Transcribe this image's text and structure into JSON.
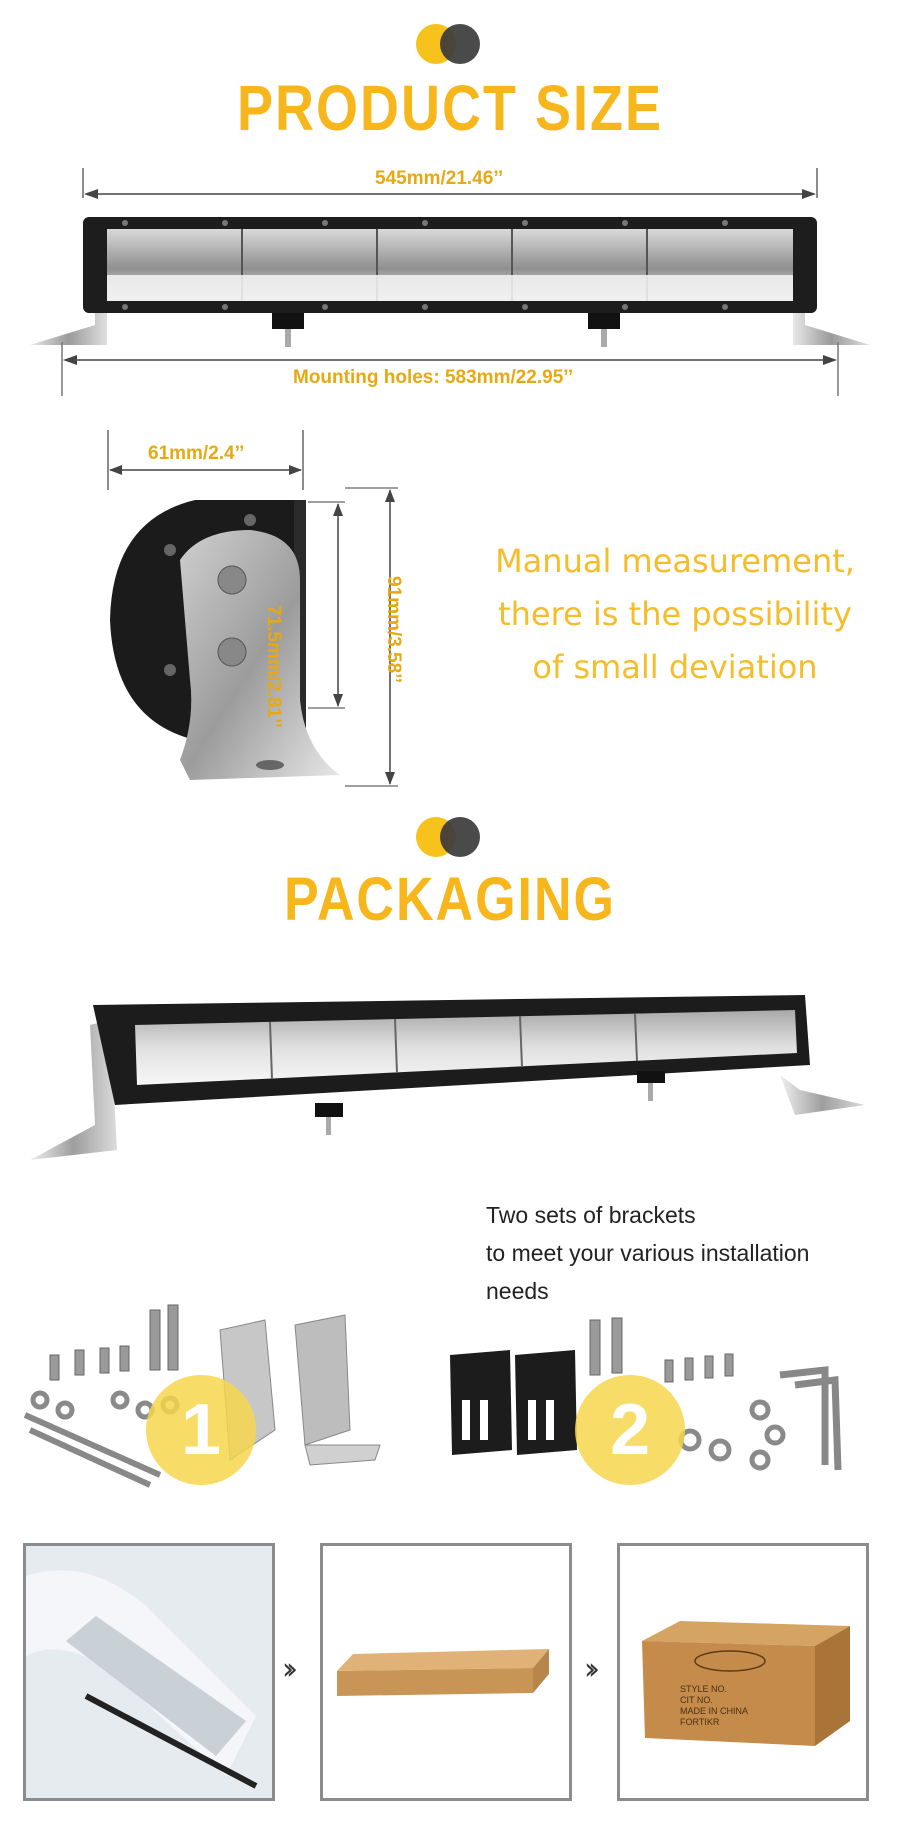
{
  "product_size": {
    "title": "PRODUCT SIZE",
    "length_label": "545mm/21.46’’",
    "mounting_label": "Mounting holes:  583mm/22.95’’",
    "depth_label": "61mm/2.4’’",
    "bracket_height_label": "71.5mm/2.81’’",
    "total_height_label": "91mm/3.58’’",
    "note_lines": [
      "Manual measurement,",
      "there is the possibility",
      "of small deviation"
    ]
  },
  "packaging": {
    "title": "PACKAGING",
    "bracket_note": [
      "Two sets of brackets",
      "to meet your various installation",
      "needs"
    ],
    "kit_numbers": [
      "1",
      "2"
    ],
    "arrow_glyph": "››",
    "box_label": [
      "STYLE NO.",
      "CIT NO.",
      "MADE IN CHINA",
      "FORTIKR"
    ]
  },
  "colors": {
    "accent_yellow": "#f7b71c",
    "dark": "#3b3b3b",
    "text_yellow": "#f6bd2a"
  }
}
